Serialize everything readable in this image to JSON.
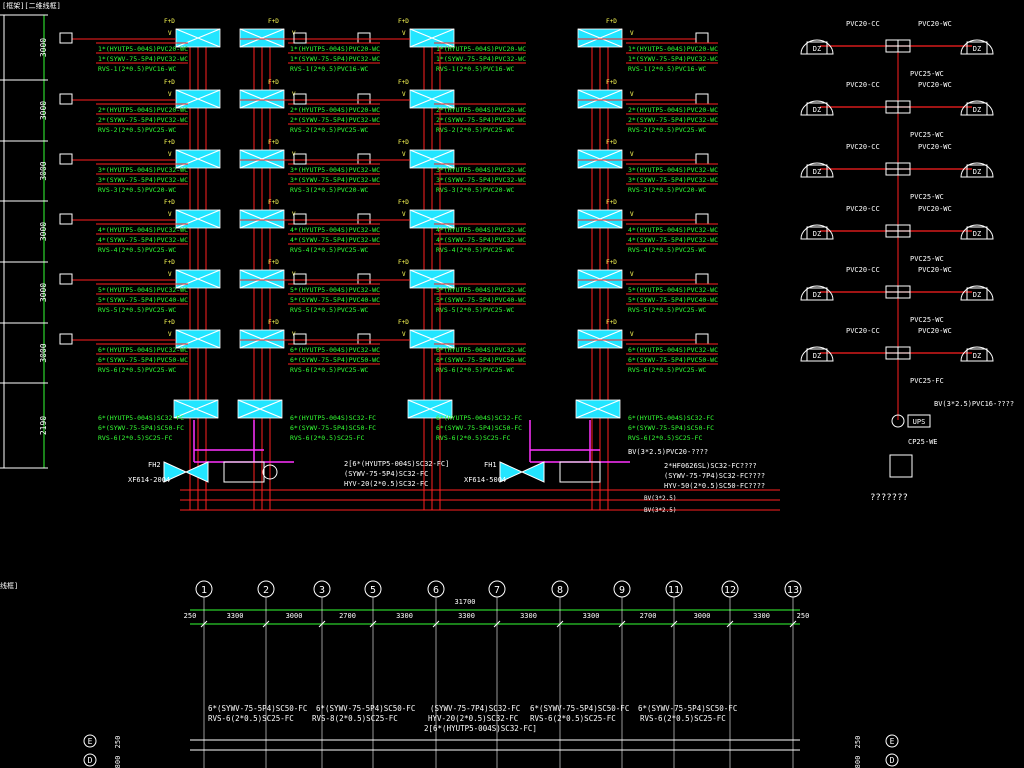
{
  "colors": {
    "bg": "#000000",
    "red": "#ff2020",
    "green": "#33ff33",
    "yellow": "#ffff55",
    "cyan": "#22e5ff",
    "magenta": "#ff33ff",
    "white": "#ffffff",
    "grid": "#9aa0a6"
  },
  "corner_labels": {
    "top": "[框架][二维线框]",
    "mid": "线框]"
  },
  "left_dims": [
    "3000",
    "3000",
    "3000",
    "3000",
    "3000",
    "3000",
    "2190"
  ],
  "riser": {
    "fd_label": "F+D",
    "v_label": "V",
    "floors": [
      {
        "l1": "1*(HYUTP5-004S)PVC20-WC",
        "l2": "1*(SYWV-75-5P4)PVC32-WC",
        "l3": "RVS-1(2*0.5)PVC16-WC"
      },
      {
        "l1": "2*(HYUTP5-004S)PVC20-WC",
        "l2": "2*(SYWV-75-5P4)PVC32-WC",
        "l3": "RVS-2(2*0.5)PVC25-WC"
      },
      {
        "l1": "3*(HYUTP5-004S)PVC32-WC",
        "l2": "3*(SYWV-75-5P4)PVC32-WC",
        "l3": "RVS-3(2*0.5)PVC20-WC"
      },
      {
        "l1": "4*(HYUTP5-004S)PVC32-WC",
        "l2": "4*(SYWV-75-5P4)PVC32-WC",
        "l3": "RVS-4(2*0.5)PVC25-WC"
      },
      {
        "l1": "5*(HYUTP5-004S)PVC32-WC",
        "l2": "5*(SYWV-75-5P4)PVC40-WC",
        "l3": "RVS-5(2*0.5)PVC25-WC"
      },
      {
        "l1": "6*(HYUTP5-004S)PVC32-WC",
        "l2": "6*(SYWV-75-5P4)PVC50-WC",
        "l3": "RVS-6(2*0.5)PVC25-WC"
      }
    ],
    "base": {
      "l1": "6*(HYUTP5-004S)SC32-FC",
      "l2": "6*(SYWV-75-5P4)SC50-FC",
      "l3": "RVS-6(2*0.5)SC25-FC"
    },
    "fh_labels": [
      "FH2",
      "FH1"
    ],
    "xf_labels": [
      "XF614-2004",
      "XF614-5004"
    ],
    "feeder_a": {
      "l1": "2[6*(HYUTP5-004S)SC32-FC]",
      "l2": "(SYWV-75-5P4)SC32-FC",
      "l3": "HYV-20(2*0.5)SC32-FC"
    },
    "feeder_b": {
      "l1": "BV(3*2.5)PVC20-????",
      "l2": "2*HF0626SL)SC32-FC????",
      "l3": "(SYWV-75-7P4)SC32-FC????",
      "l4": "HYV-50(2*0.5)SC50-FC????"
    },
    "bv_small": "BV(3*2.5)"
  },
  "system": {
    "node_label": "DZ",
    "rows": [
      {
        "left": "PVC20-CC",
        "right": "PVC20-WC",
        "down": "PVC25-WC"
      },
      {
        "left": "PVC20-CC",
        "right": "PVC20-WC",
        "down": "PVC25-WC"
      },
      {
        "left": "PVC20-CC",
        "right": "PVC20-WC",
        "down": "PVC25-WC"
      },
      {
        "left": "PVC20-CC",
        "right": "PVC20-WC",
        "down": "PVC25-WC"
      },
      {
        "left": "PVC20-CC",
        "right": "PVC20-WC",
        "down": "PVC25-WC"
      },
      {
        "left": "PVC20-CC",
        "right": "PVC20-WC",
        "down": "PVC25-FC"
      }
    ],
    "ups_label": "UPS",
    "ups_cable": "BV(3*2.5)PVC16-????",
    "ups_down": "CP25-WE",
    "caption": "???????"
  },
  "axis": {
    "numbers": [
      "1",
      "2",
      "3",
      "5",
      "6",
      "7",
      "8",
      "9",
      "11",
      "12",
      "13"
    ],
    "spans": [
      "3300",
      "3000",
      "2700",
      "3300",
      "3300",
      "3300",
      "3300",
      "2700",
      "3000",
      "3300"
    ],
    "total": "31700",
    "end_left": "250",
    "end_right": "250"
  },
  "plan": {
    "row_letters": [
      "E",
      "D"
    ],
    "side_dims": [
      "250",
      "800"
    ],
    "labels": [
      "6*(SYWV-75-5P4)SC50-FC",
      "RVS-6(2*0.5)SC25-FC",
      "6*(SYWV-75-5P4)SC50-FC",
      "RVS-8(2*0.5)SC25-FC",
      "(SYWV-75-7P4)SC32-FC",
      "HYV-20(2*0.5)SC32-FC",
      "2[6*(HYUTP5-004S)SC32-FC]",
      "6*(SYWV-75-5P4)SC50-FC",
      "RVS-6(2*0.5)SC25-FC",
      "6*(SYWV-75-5P4)SC50-FC",
      "RVS-6(2*0.5)SC25-FC"
    ]
  }
}
